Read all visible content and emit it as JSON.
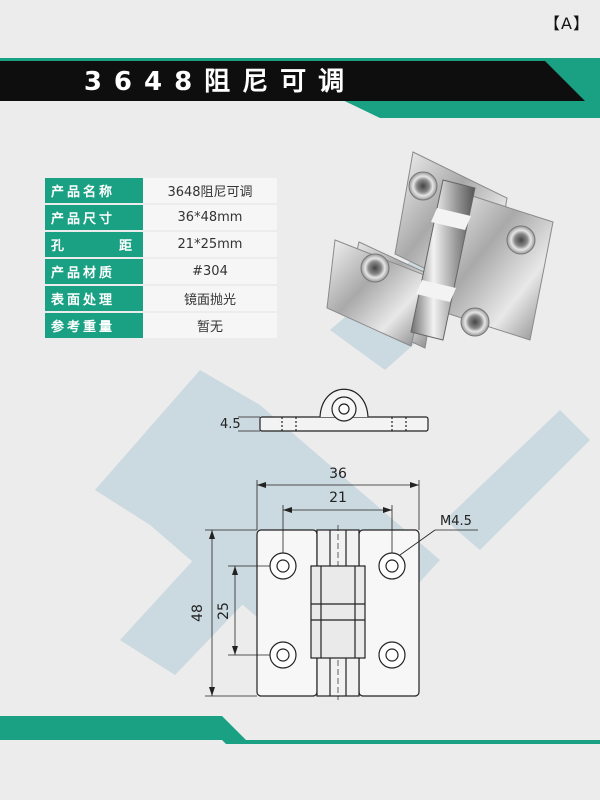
{
  "variant_label": "【A】",
  "title": "3648阻尼可调",
  "specs": [
    {
      "label": "产品名称",
      "value": "3648阻尼可调"
    },
    {
      "label": "产品尺寸",
      "value": "36*48mm"
    },
    {
      "label": "孔距",
      "label_a": "孔",
      "label_b": "距",
      "value": "21*25mm"
    },
    {
      "label": "产品材质",
      "value": "#304"
    },
    {
      "label": "表面处理",
      "value": "镜面抛光"
    },
    {
      "label": "参考重量",
      "value": "暂无"
    }
  ],
  "drawing": {
    "thickness": "4.5",
    "overall_width": "36",
    "hole_spacing_x": "21",
    "thread": "M4.5",
    "overall_height": "48",
    "hole_spacing_y": "25"
  },
  "colors": {
    "accent": "#1aa183",
    "banner_dark": "#0e0e0e",
    "watermark": "#8fb6cc"
  }
}
